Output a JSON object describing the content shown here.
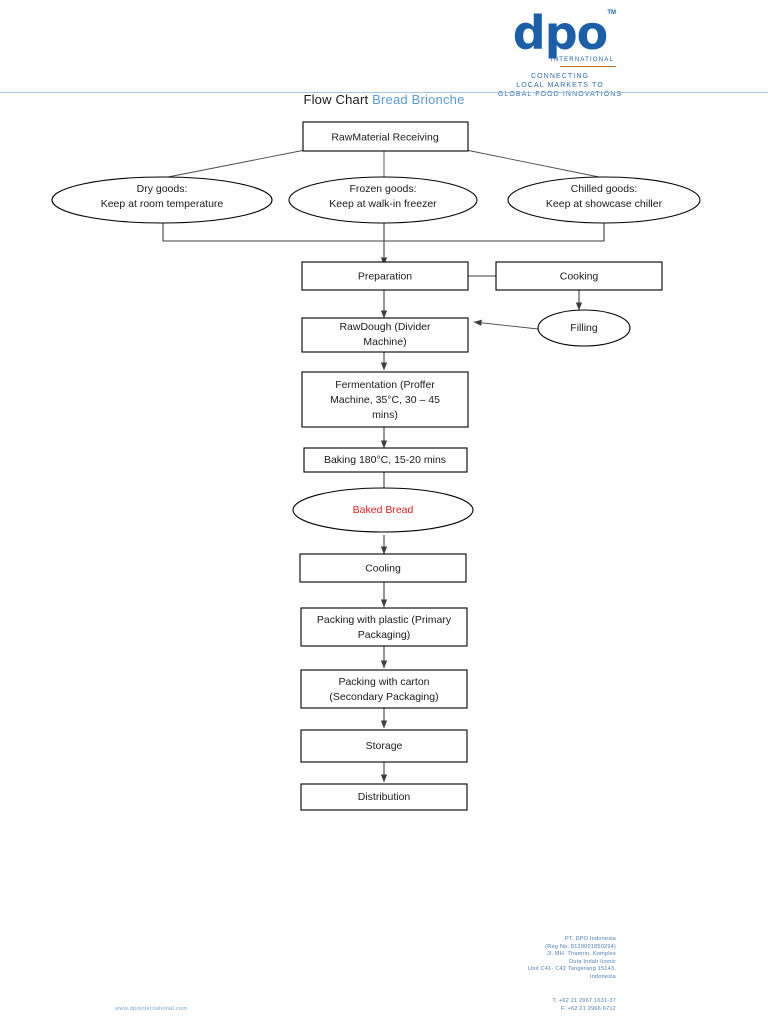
{
  "brand": {
    "wordmark": "dpo",
    "tm": "TM",
    "sub": "INTERNATIONAL",
    "tagline_line1": "CONNECTING",
    "tagline_line2": "LOCAL MARKETS TO",
    "tagline_line3": "GLOBAL FOOD INNOVATIONS",
    "accent_blue": "#1a5fa8",
    "accent_orange": "#c8742a"
  },
  "title": {
    "main": "Flow Chart ",
    "sub": "Bread Brionche"
  },
  "chart_data": {
    "type": "diagram",
    "title": "Flow Chart Bread Brionche",
    "nodes": [
      {
        "id": "raw-material-receiving",
        "shape": "box",
        "lines": [
          "RawMaterial Receiving"
        ]
      },
      {
        "id": "dry-goods",
        "shape": "ellipse",
        "lines": [
          "Dry goods:",
          "Keep at room temperature"
        ]
      },
      {
        "id": "frozen-goods",
        "shape": "ellipse",
        "lines": [
          "Frozen goods:",
          "Keep at walk-in freezer"
        ]
      },
      {
        "id": "chilled-goods",
        "shape": "ellipse",
        "lines": [
          "Chilled goods:",
          "Keep at showcase chiller"
        ]
      },
      {
        "id": "preparation",
        "shape": "box",
        "lines": [
          "Preparation"
        ]
      },
      {
        "id": "cooking",
        "shape": "box",
        "lines": [
          "Cooking"
        ]
      },
      {
        "id": "raw-dough",
        "shape": "box",
        "lines": [
          "RawDough (Divider",
          "Machine)"
        ]
      },
      {
        "id": "filling",
        "shape": "ellipse",
        "lines": [
          "Filling"
        ]
      },
      {
        "id": "fermentation",
        "shape": "box",
        "lines": [
          "Fermentation (Proffer",
          "Machine, 35°C, 30 – 45",
          "mins)"
        ]
      },
      {
        "id": "baking",
        "shape": "box",
        "lines": [
          "Baking 180°C, 15-20 mins"
        ]
      },
      {
        "id": "baked-bread",
        "shape": "ellipse",
        "lines": [
          "Baked Bread"
        ],
        "text_color": "#e8201f"
      },
      {
        "id": "cooling",
        "shape": "box",
        "lines": [
          "Cooling"
        ]
      },
      {
        "id": "packing-plastic",
        "shape": "box",
        "lines": [
          "Packing with plastic (Primary",
          "Packaging)"
        ]
      },
      {
        "id": "packing-carton",
        "shape": "box",
        "lines": [
          "Packing with carton",
          "(Secondary Packaging)"
        ]
      },
      {
        "id": "storage",
        "shape": "box",
        "lines": [
          "Storage"
        ]
      },
      {
        "id": "distribution",
        "shape": "box",
        "lines": [
          "Distribution"
        ]
      }
    ],
    "edges": [
      {
        "from": "raw-material-receiving",
        "to": "dry-goods"
      },
      {
        "from": "raw-material-receiving",
        "to": "frozen-goods"
      },
      {
        "from": "raw-material-receiving",
        "to": "chilled-goods"
      },
      {
        "from": "dry-goods",
        "to": "preparation"
      },
      {
        "from": "frozen-goods",
        "to": "preparation"
      },
      {
        "from": "chilled-goods",
        "to": "preparation"
      },
      {
        "from": "preparation",
        "to": "cooking"
      },
      {
        "from": "preparation",
        "to": "raw-dough"
      },
      {
        "from": "cooking",
        "to": "filling"
      },
      {
        "from": "filling",
        "to": "raw-dough"
      },
      {
        "from": "raw-dough",
        "to": "fermentation"
      },
      {
        "from": "fermentation",
        "to": "baking"
      },
      {
        "from": "baking",
        "to": "baked-bread"
      },
      {
        "from": "baked-bread",
        "to": "cooling"
      },
      {
        "from": "cooling",
        "to": "packing-plastic"
      },
      {
        "from": "packing-plastic",
        "to": "packing-carton"
      },
      {
        "from": "packing-carton",
        "to": "storage"
      },
      {
        "from": "storage",
        "to": "distribution"
      }
    ]
  },
  "nodes": {
    "raw_material_receiving": "RawMaterial Receiving",
    "dry_goods_l1": "Dry goods:",
    "dry_goods_l2": "Keep at room temperature",
    "frozen_goods_l1": "Frozen goods:",
    "frozen_goods_l2": "Keep at walk-in freezer",
    "chilled_goods_l1": "Chilled goods:",
    "chilled_goods_l2": "Keep at showcase chiller",
    "preparation": "Preparation",
    "cooking": "Cooking",
    "raw_dough_l1": "RawDough (Divider",
    "raw_dough_l2": "Machine)",
    "filling": "Filling",
    "fermentation_l1": "Fermentation (Proffer",
    "fermentation_l2": "Machine, 35°C, 30 – 45",
    "fermentation_l3": "mins)",
    "baking": "Baking 180°C, 15-20 mins",
    "baked_bread": "Baked Bread",
    "cooling": "Cooling",
    "packing_plastic_l1": "Packing with plastic (Primary",
    "packing_plastic_l2": "Packaging)",
    "packing_carton_l1": "Packing with carton",
    "packing_carton_l2": "(Secondary Packaging)",
    "storage": "Storage",
    "distribution": "Distribution"
  },
  "footer": {
    "address": [
      "PT. DPO Indonesia",
      "(Reg No. 8120001850294)",
      "Jl. MH. Thamrin, Komplex",
      "Duta Indah Iconic",
      "Unit C41- C42 Tangerang 15143,",
      "Indonesia"
    ],
    "contact": [
      "T. +62 21 2967 1631-37",
      "F. +62 21 2966 6712"
    ],
    "website": "www.dpointernational.com"
  }
}
